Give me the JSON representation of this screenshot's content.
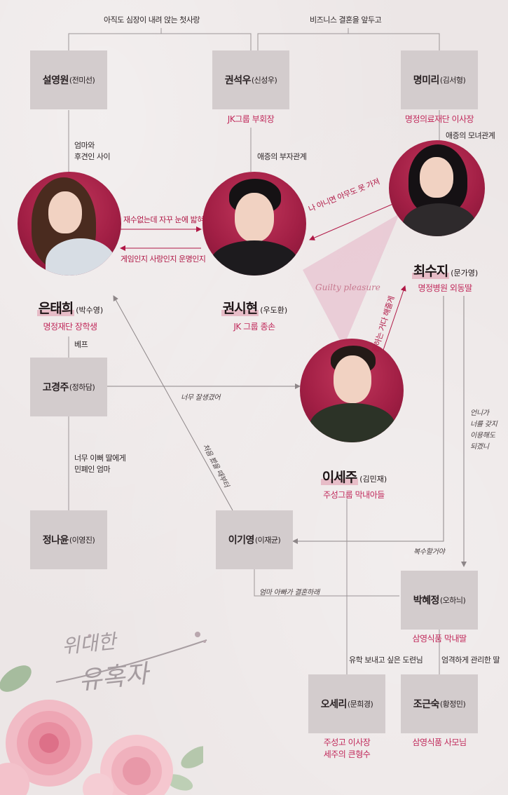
{
  "colors": {
    "accent": "#c0285a",
    "box": "#d3cccd",
    "circle": "#a21f45",
    "arrow": "#b01846",
    "triangle": "#e3b5c5"
  },
  "top_labels": {
    "left": "아직도 심장이 내려 앉는 첫사랑",
    "right": "비즈니스 결혼을 앞두고"
  },
  "boxes": {
    "seol": {
      "name": "설영원",
      "actor": "(전미선)"
    },
    "kwonsw": {
      "name": "권석우",
      "actor": "(신성우)",
      "role": "JK그룹 부회장"
    },
    "myung": {
      "name": "명미리",
      "actor": "(김서형)",
      "role": "명정의료재단 이사장"
    },
    "ko": {
      "name": "고경주",
      "actor": "(정하담)"
    },
    "jung": {
      "name": "정나윤",
      "actor": "(이영진)"
    },
    "lee": {
      "name": "이기영",
      "actor": "(이재균)"
    },
    "park": {
      "name": "박혜정",
      "actor": "(오하늬)",
      "role": "삼영식품 막내딸"
    },
    "oh": {
      "name": "오세리",
      "actor": "(문희경)",
      "role1": "주성고 이사장",
      "role2": "세주의 큰형수"
    },
    "jo": {
      "name": "조근숙",
      "actor": "(황정민)",
      "role": "삼영식품 사모님"
    }
  },
  "mains": {
    "eun": {
      "name": "은태희",
      "actor": "(박수영)",
      "role": "명정재단 장학생",
      "icon": "portrait-woman-icon"
    },
    "kwonsh": {
      "name": "권시현",
      "actor": "(우도환)",
      "role": "JK 그룹 종손",
      "icon": "portrait-man-icon"
    },
    "choi": {
      "name": "최수지",
      "actor": "(문가영)",
      "role": "명정병원 외동딸",
      "icon": "portrait-woman-icon"
    },
    "leesj": {
      "name": "이세주",
      "actor": "(김민재)",
      "role": "주성그룹 막내아들",
      "icon": "portrait-man-icon"
    }
  },
  "relations": {
    "mom_guardian_1": "엄마와",
    "mom_guardian_2": "후견인 사이",
    "father_son": "애증의 부자관계",
    "mother_daughter": "애증의 모녀관계",
    "sh_to_th": "재수없는데 자꾸 눈에 밟혀",
    "th_to_sh": "게임인지 사랑인지 운명인지",
    "sj_to_sh": "나 아니면 아무도 못 가져",
    "bff": "베프",
    "ko_to_sj": "너무 잘생겼어",
    "sj_to_choi": "원하는 거다 해줄게",
    "jung_mom_1": "너무 이뻐 딸에게",
    "jung_mom_2": "민폐인 엄마",
    "lee_to_eun": "처음 봤을 때부터",
    "choi_to_park_1": "언니가",
    "choi_to_park_2": "너를 갖지",
    "choi_to_park_3": "이용해도",
    "choi_to_park_4": "되겠니",
    "revenge": "복수할거야",
    "lee_to_park": "엄마 아빠가 결혼하래",
    "oh_note": "유학 보내고 싶은 도련님",
    "jo_note": "엄격하게 관리한 딸",
    "guilty": "Guilty pleasure"
  },
  "logo": {
    "line1": "위대한",
    "line2": "유혹자"
  }
}
